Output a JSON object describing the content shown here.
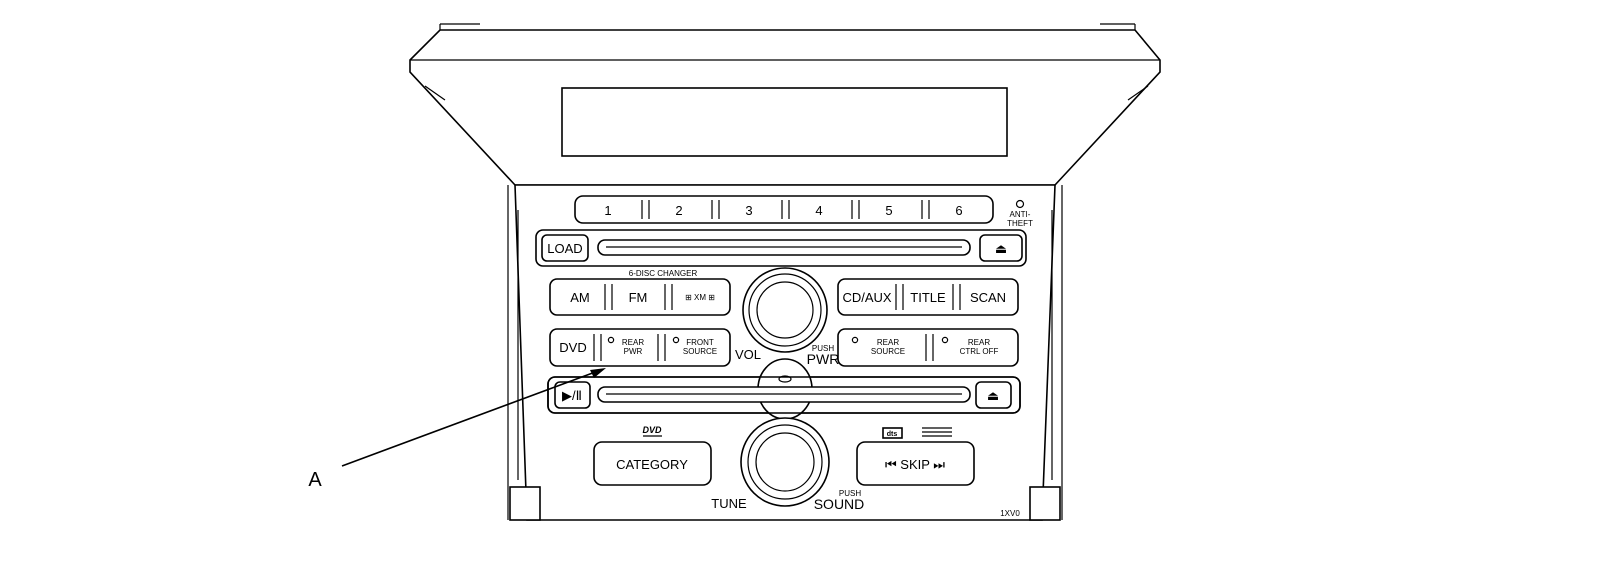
{
  "preset_buttons": [
    "1",
    "2",
    "3",
    "4",
    "5",
    "6"
  ],
  "anti_theft": [
    "ANTI-",
    "THEFT"
  ],
  "load_label": "LOAD",
  "changer_label": "6-DISC CHANGER",
  "am_label": "AM",
  "fm_label": "FM",
  "xm_label": "⊞ XM ⊞",
  "dvd_label": "DVD",
  "rear_pwr": [
    "REAR",
    "PWR"
  ],
  "front_source": [
    "FRONT",
    "SOURCE"
  ],
  "vol_label": "VOL",
  "push_pwr": [
    "PUSH",
    "PWR"
  ],
  "cdaux_label": "CD/AUX",
  "title_label": "TITLE",
  "scan_label": "SCAN",
  "rear_source": [
    "REAR",
    "SOURCE"
  ],
  "rear_ctrl": [
    "REAR",
    "CTRL  OFF"
  ],
  "play_pause_label": "▶/Ⅱ",
  "eject_symbol": "⏏",
  "dvd_logo": "DVD",
  "category_label": "CATEGORY",
  "skip_label": "⏮ SKIP ⏭",
  "tune_label": "TUNE",
  "push_sound": [
    "PUSH",
    "SOUND"
  ],
  "callout_label": "A",
  "model_code": "1XV0",
  "dts_logo": "dts"
}
